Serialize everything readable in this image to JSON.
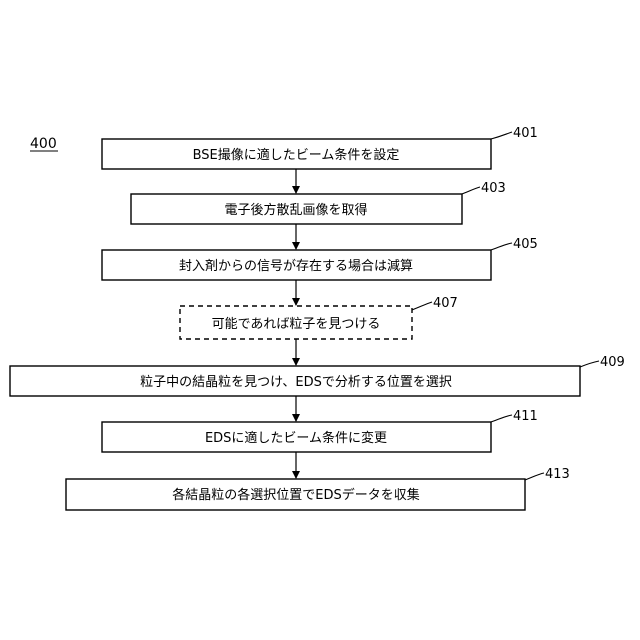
{
  "figure": {
    "number": "400"
  },
  "steps": [
    {
      "ref": "401",
      "label": "BSE撮像に適したビーム条件を設定"
    },
    {
      "ref": "403",
      "label": "電子後方散乱画像を取得"
    },
    {
      "ref": "405",
      "label": "封入剤からの信号が存在する場合は減算"
    },
    {
      "ref": "407",
      "label": "可能であれば粒子を見つける",
      "optional": true
    },
    {
      "ref": "409",
      "label": "粒子中の結晶粒を見つけ、EDSで分析する位置を選択"
    },
    {
      "ref": "411",
      "label": "EDSに適したビーム条件に変更"
    },
    {
      "ref": "413",
      "label": "各結晶粒の各選択位置でEDSデータを収集"
    }
  ]
}
